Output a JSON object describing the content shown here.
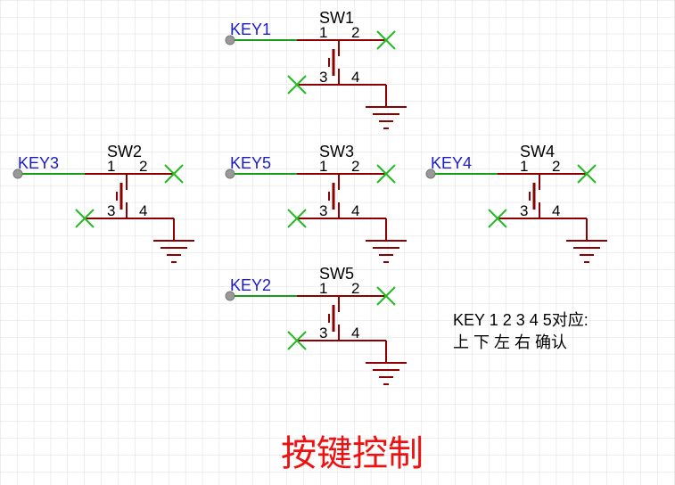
{
  "colors": {
    "grid": "#dcdcdc",
    "wire_symbol": "#8b0000",
    "net_wire": "#1a9a1a",
    "net_label": "#1a1ad0",
    "no_connect": "#22bb22",
    "text": "#000000",
    "title": "#ee1111",
    "port_dot": "#999999"
  },
  "switches": [
    {
      "ref": "SW1",
      "net": "KEY1",
      "pins": [
        "1",
        "2",
        "3",
        "4"
      ]
    },
    {
      "ref": "SW2",
      "net": "KEY3",
      "pins": [
        "1",
        "2",
        "3",
        "4"
      ]
    },
    {
      "ref": "SW3",
      "net": "KEY5",
      "pins": [
        "1",
        "2",
        "3",
        "4"
      ]
    },
    {
      "ref": "SW4",
      "net": "KEY4",
      "pins": [
        "1",
        "2",
        "3",
        "4"
      ]
    },
    {
      "ref": "SW5",
      "net": "KEY2",
      "pins": [
        "1",
        "2",
        "3",
        "4"
      ]
    }
  ],
  "note": {
    "line1": "KEY 1 2 3 4 5对应:",
    "line2": "上 下 左 右 确认"
  },
  "title": "按键控制"
}
